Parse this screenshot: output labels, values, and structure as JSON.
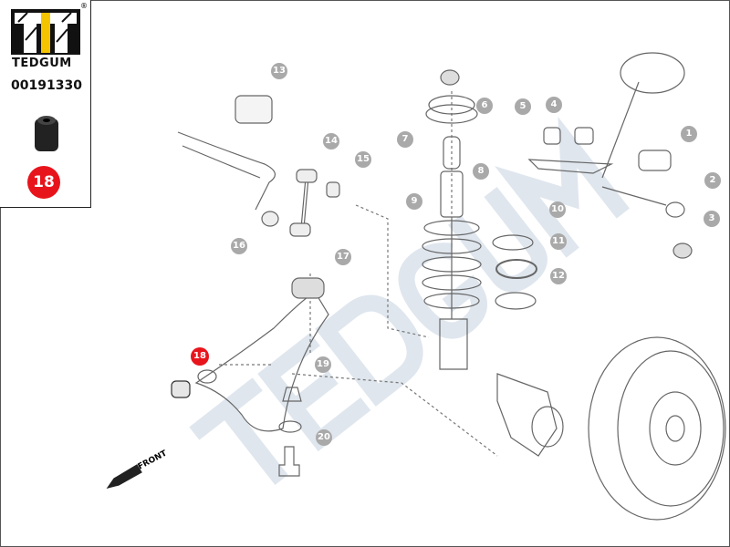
{
  "brand": {
    "name": "TEDGUM",
    "registered": "®",
    "part_number": "00191330",
    "highlight_callout": "18",
    "watermark": "TEDGUM"
  },
  "diagram": {
    "front_label": "FRONT",
    "callouts": [
      "1",
      "2",
      "3",
      "4",
      "5",
      "6",
      "7",
      "8",
      "9",
      "10",
      "11",
      "12",
      "13",
      "14",
      "15",
      "16",
      "17",
      "18",
      "19",
      "20"
    ]
  },
  "colors": {
    "highlight": "#e8141c",
    "callout": "#a9a9a9",
    "logo_yellow": "#f5c400"
  }
}
